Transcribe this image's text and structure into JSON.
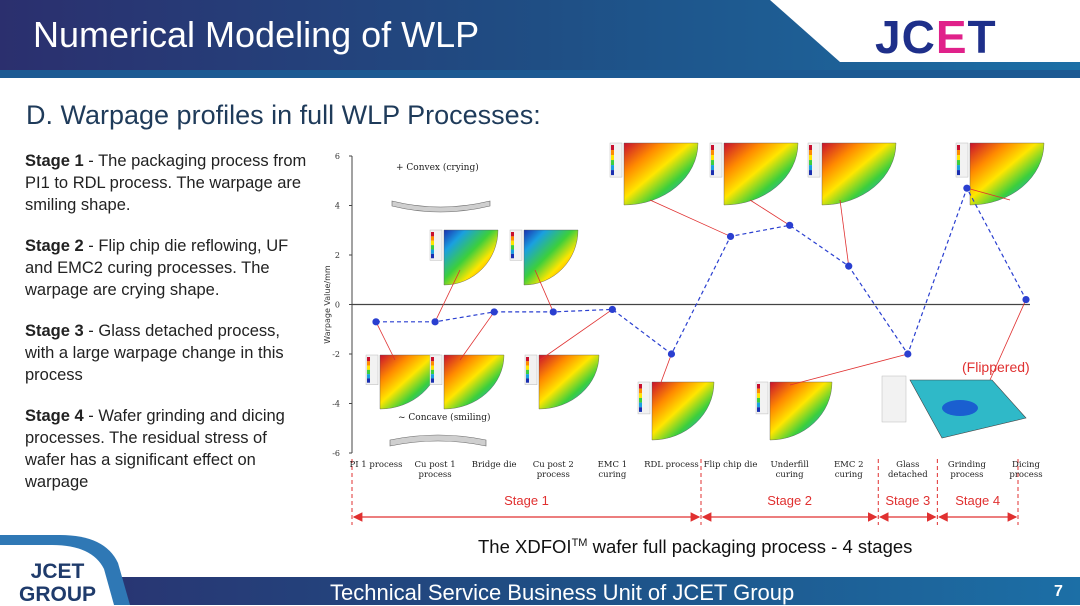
{
  "header": {
    "title": "Numerical Modeling of WLP",
    "logo_left": "JC",
    "logo_mid": "E",
    "logo_right": "T"
  },
  "subtitle": "D. Warpage profiles in full WLP Processes:",
  "stages": [
    {
      "label": "Stage 1",
      "text": " - The packaging process from PI1 to RDL process. The warpage are smiling shape."
    },
    {
      "label": "Stage 2",
      "text": " - Flip chip die reflowing, UF and EMC2 curing processes. The warpage are crying shape."
    },
    {
      "label": "Stage 3",
      "text": " - Glass detached process, with a large warpage change in this process"
    },
    {
      "label": "Stage 4",
      "text": " - Wafer grinding and dicing processes. The residual stress of wafer has a significant effect on warpage"
    }
  ],
  "chart_data": {
    "type": "line",
    "ylabel": "Warpage Value/mm",
    "ylim": [
      -6,
      6
    ],
    "yticks": [
      "6",
      "4",
      "2",
      "0",
      "-2",
      "-4",
      "-6"
    ],
    "categories": [
      "PI 1 process",
      "Cu post 1 process",
      "Bridge die",
      "Cu post 2 process",
      "EMC 1 curing",
      "RDL process",
      "Flip chip die",
      "Underfill curing",
      "EMC 2 curing",
      "Glass detached",
      "Grinding process",
      "Dicing process"
    ],
    "values": [
      -0.7,
      -0.7,
      -0.3,
      -0.3,
      -0.2,
      -2.0,
      2.75,
      3.2,
      1.55,
      -2.0,
      4.7,
      0.2
    ],
    "annotations": {
      "convex": "Convex (crying)",
      "concave": "Concave (smiling)",
      "flippered": "(Flippered)"
    },
    "stage_labels": [
      "Stage 1",
      "Stage 2",
      "Stage 3",
      "Stage 4"
    ],
    "colors": {
      "series": "#2a3fd0",
      "stage": "#e03030"
    }
  },
  "caption": {
    "pre": "The XDFOI",
    "sup": "TM",
    "post": " wafer full packaging process - 4 stages"
  },
  "footer": {
    "group_line1": "JCET",
    "group_line2": "GROUP",
    "text": "Technical Service Business Unit of JCET Group",
    "page": "7"
  }
}
